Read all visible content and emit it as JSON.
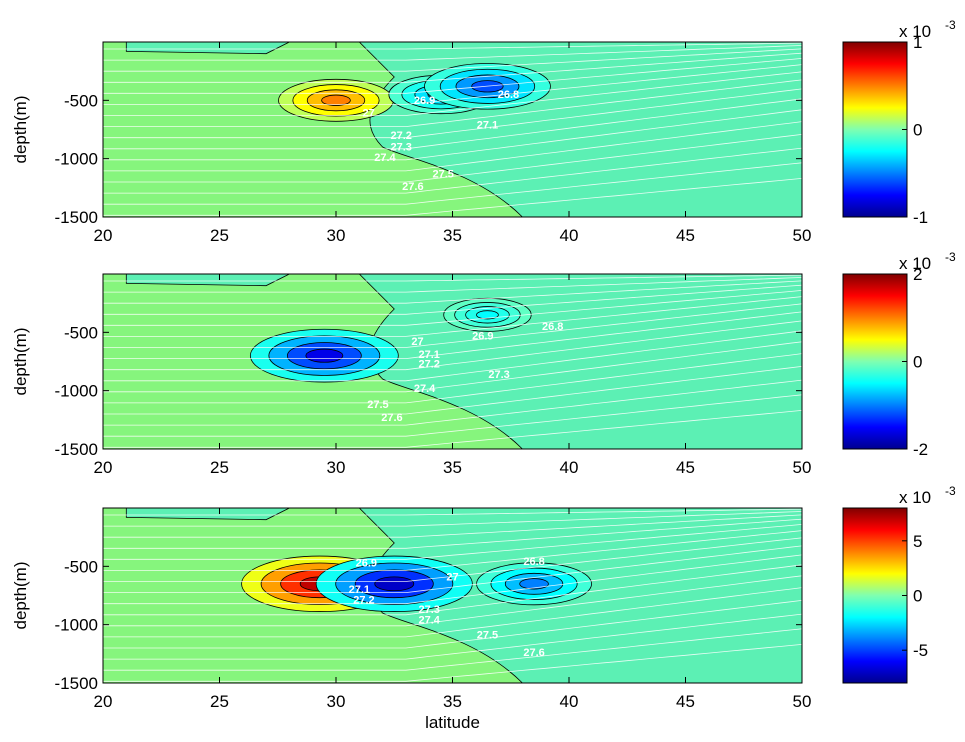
{
  "chart_data": [
    {
      "type": "contour",
      "ylabel": "depth(m)",
      "xlim": [
        20,
        50
      ],
      "ylim": [
        -1500,
        0
      ],
      "x_ticks": [
        "20",
        "25",
        "30",
        "35",
        "40",
        "45",
        "50"
      ],
      "y_ticks": [
        "-500",
        "-1000",
        "-1500"
      ],
      "colorbar": {
        "exponent": "x 10",
        "power": "-3",
        "range": [
          -1,
          1
        ],
        "ticks": [
          "1",
          "0",
          "-1"
        ]
      },
      "density_labels": [
        {
          "text": "26.9",
          "lat": 33.8,
          "depth": -530
        },
        {
          "text": "26.8",
          "lat": 37.4,
          "depth": -480
        },
        {
          "text": "27",
          "lat": 31.4,
          "depth": -640
        },
        {
          "text": "27.1",
          "lat": 36.5,
          "depth": -740
        },
        {
          "text": "27.2",
          "lat": 32.8,
          "depth": -830
        },
        {
          "text": "27.3",
          "lat": 32.8,
          "depth": -930
        },
        {
          "text": "27.4",
          "lat": 32.1,
          "depth": -1020
        },
        {
          "text": "27.5",
          "lat": 34.6,
          "depth": -1160
        },
        {
          "text": "27.6",
          "lat": 33.3,
          "depth": -1270
        }
      ],
      "anomalies": [
        {
          "sign": "positive",
          "lat": 30.0,
          "depth": -500,
          "level": 0.5
        },
        {
          "sign": "negative",
          "lat": 34.5,
          "depth": -450,
          "level": -0.4
        },
        {
          "sign": "negative",
          "lat": 36.5,
          "depth": -380,
          "level": -0.6
        }
      ]
    },
    {
      "type": "contour",
      "ylabel": "depth(m)",
      "xlim": [
        20,
        50
      ],
      "ylim": [
        -1500,
        0
      ],
      "x_ticks": [
        "20",
        "25",
        "30",
        "35",
        "40",
        "45",
        "50"
      ],
      "y_ticks": [
        "-500",
        "-1000",
        "-1500"
      ],
      "colorbar": {
        "exponent": "x 10",
        "power": "-3",
        "range": [
          -2,
          2
        ],
        "ticks": [
          "2",
          "0",
          "-2"
        ]
      },
      "density_labels": [
        {
          "text": "27",
          "lat": 33.5,
          "depth": -610
        },
        {
          "text": "26.9",
          "lat": 36.3,
          "depth": -560
        },
        {
          "text": "26.8",
          "lat": 39.3,
          "depth": -480
        },
        {
          "text": "27.1",
          "lat": 34.0,
          "depth": -720
        },
        {
          "text": "27.2",
          "lat": 34.0,
          "depth": -800
        },
        {
          "text": "27.3",
          "lat": 37.0,
          "depth": -890
        },
        {
          "text": "27.4",
          "lat": 33.8,
          "depth": -1010
        },
        {
          "text": "27.5",
          "lat": 31.8,
          "depth": -1150
        },
        {
          "text": "27.6",
          "lat": 32.4,
          "depth": -1260
        }
      ],
      "anomalies": [
        {
          "sign": "negative",
          "lat": 29.5,
          "depth": -700,
          "level": -1.6
        },
        {
          "sign": "negative",
          "lat": 36.5,
          "depth": -350,
          "level": -0.5
        }
      ]
    },
    {
      "type": "contour",
      "xlabel": "latitude",
      "ylabel": "depth(m)",
      "xlim": [
        20,
        50
      ],
      "ylim": [
        -1500,
        0
      ],
      "x_ticks": [
        "20",
        "25",
        "30",
        "35",
        "40",
        "45",
        "50"
      ],
      "y_ticks": [
        "-500",
        "-1000",
        "-1500"
      ],
      "colorbar": {
        "exponent": "x 10",
        "power": "-3",
        "range": [
          -8,
          8
        ],
        "ticks": [
          "5",
          "0",
          "-5"
        ]
      },
      "density_labels": [
        {
          "text": "26.9",
          "lat": 31.3,
          "depth": -500
        },
        {
          "text": "26.8",
          "lat": 38.5,
          "depth": -490
        },
        {
          "text": "27",
          "lat": 35.0,
          "depth": -620
        },
        {
          "text": "27.1",
          "lat": 31.0,
          "depth": -730
        },
        {
          "text": "27.2",
          "lat": 31.2,
          "depth": -820
        },
        {
          "text": "27.3",
          "lat": 34.0,
          "depth": -900
        },
        {
          "text": "27.4",
          "lat": 34.0,
          "depth": -990
        },
        {
          "text": "27.5",
          "lat": 36.5,
          "depth": -1120
        },
        {
          "text": "27.6",
          "lat": 38.5,
          "depth": -1270
        }
      ],
      "anomalies": [
        {
          "sign": "positive",
          "lat": 29.3,
          "depth": -650,
          "level": 7
        },
        {
          "sign": "negative",
          "lat": 32.5,
          "depth": -650,
          "level": -7
        },
        {
          "sign": "negative",
          "lat": 38.5,
          "depth": -650,
          "level": -4
        }
      ]
    }
  ]
}
